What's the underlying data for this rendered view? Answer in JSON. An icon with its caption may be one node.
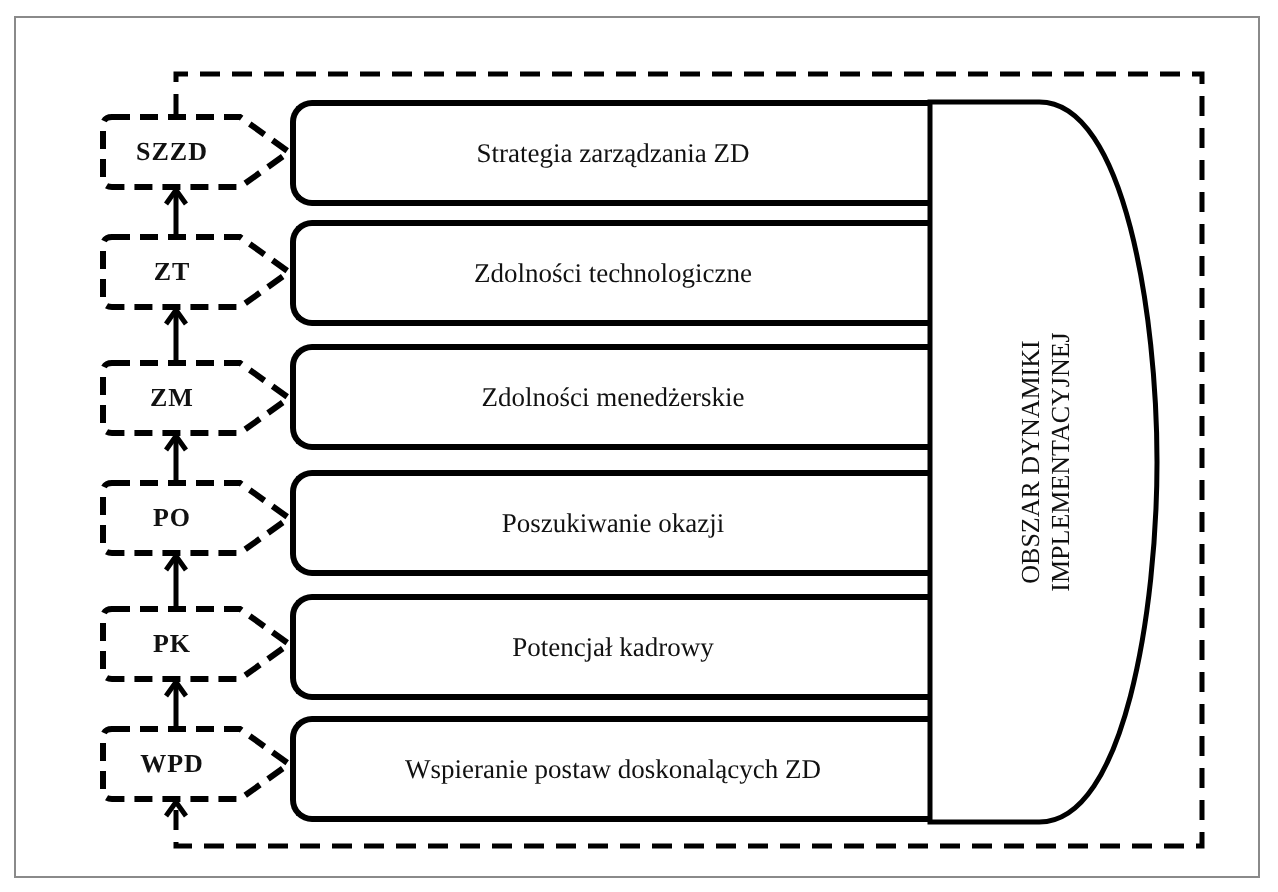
{
  "diagram": {
    "nodes": [
      {
        "text": [
          "SZZD"
        ]
      },
      {
        "text": [
          "ZT"
        ]
      },
      {
        "text": [
          "ZM"
        ]
      },
      {
        "text": [
          "PO"
        ]
      },
      {
        "text": [
          "PK"
        ]
      },
      {
        "text": [
          "WPD"
        ]
      },
      {
        "text": [
          "Strategia zarządzania ZD"
        ]
      },
      {
        "text": [
          "Zdolności technologiczne"
        ]
      },
      {
        "text": [
          "Zdolności menedżerskie"
        ]
      },
      {
        "text": [
          "Poszukiwanie okazji"
        ]
      },
      {
        "text": [
          "Potencjał kadrowy"
        ]
      },
      {
        "text": [
          "Wspieranie postaw doskonalących ZD"
        ]
      },
      {
        "text": [
          "OBSZAR DYNAMIKI IMPLEMENTACYJNEJ"
        ]
      }
    ],
    "edges": [
      {
        "from": 5,
        "to": 4,
        "arrow": "to"
      },
      {
        "from": 4,
        "to": 3,
        "arrow": "to"
      },
      {
        "from": 3,
        "to": 2,
        "arrow": "to"
      },
      {
        "from": 2,
        "to": 1,
        "arrow": "to"
      },
      {
        "from": 1,
        "to": 0,
        "arrow": "to"
      },
      {
        "from": 0,
        "to": 5,
        "arrow": "to",
        "style": "dashed"
      }
    ]
  }
}
